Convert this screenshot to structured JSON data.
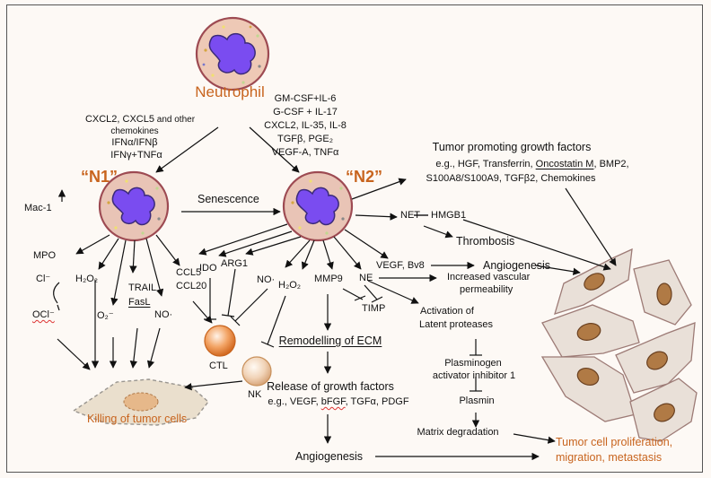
{
  "neutrophil": "Neutrophil",
  "n1_label": "“N1”",
  "n2_label": "“N2”",
  "n1_stimuli": {
    "line1_main": "CXCL2, CXCL5",
    "line1_small": " and other",
    "line2": "chemokines",
    "line3": "IFNα/IFNβ",
    "line4": "IFNγ+TNFα"
  },
  "n2_stimuli": [
    "GM-CSF+IL-6",
    "G-CSF + IL-17",
    "CXCL2, IL-35, IL-8",
    "TGFβ, PGE₂",
    "VEGF-A, TNFα"
  ],
  "senescence": "Senescence",
  "mac1": "Mac-1",
  "n1_products": {
    "mpo": "MPO",
    "cl": "Cl⁻",
    "ocl": "OCl⁻",
    "h2o2": "H₂O₂",
    "o2": "O₂⁻",
    "trail": "TRAIL",
    "fasl": "FasL",
    "no": "NO·",
    "ccl5": "CCL5",
    "ccl20": "CCL20"
  },
  "n2_products": {
    "ido": "IDO",
    "arg1": "ARG1",
    "no": "NO·",
    "h2o2": "H₂O₂",
    "mmp9": "MMP9",
    "ne": "NE",
    "timp": "TIMP"
  },
  "cells": {
    "ctl": "CTL",
    "nk": "NK"
  },
  "killing": "Killing of tumor cells",
  "growth_factors": {
    "title": "Tumor promoting growth factors",
    "line1_pre": "e.g., HGF, Transferrin, ",
    "line1_ul": "Oncostatin M",
    "line1_post": ", BMP2,",
    "line2": "S100A8/S100A9, TGFβ2, Chemokines"
  },
  "net": "NET",
  "hmgb1": "HMGB1",
  "thrombosis": "Thrombosis",
  "vegf_bv8": "VEGF, Bv8",
  "angiogenesis": "Angiogenesis",
  "vascular": [
    "Increased vascular",
    "permeability"
  ],
  "latent": [
    "Activation of",
    "Latent proteases"
  ],
  "pai": [
    "Plasminogen",
    "activator inhibitor 1"
  ],
  "plasmin": "Plasmin",
  "matrix": "Matrix degradation",
  "ecm": "Remodelling of ECM",
  "release": {
    "title": "Release of growth factors",
    "line_pre": "e.g., VEGF, ",
    "line_ul": "bFGF",
    "line_post": ", TGFα, PDGF"
  },
  "outcome": [
    "Tumor cell proliferation,",
    "migration, metastasis"
  ]
}
